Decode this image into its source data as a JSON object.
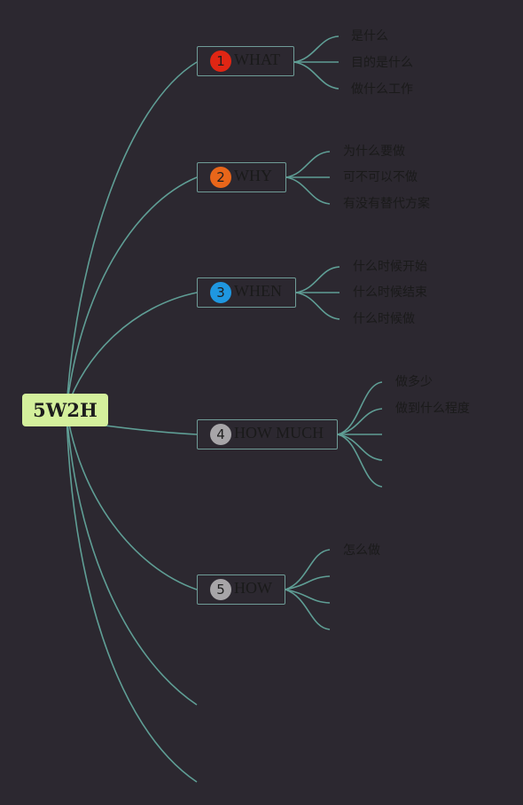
{
  "root": {
    "label": "5W2H"
  },
  "branches": [
    {
      "number": "1",
      "label": "WHAT",
      "badge_color": "#e02614",
      "leaves": [
        "是什么",
        "目的是什么",
        "做什么工作"
      ]
    },
    {
      "number": "2",
      "label": "WHY",
      "badge_color": "#e8661a",
      "leaves": [
        "为什么要做",
        "可不可以不做",
        "有没有替代方案"
      ]
    },
    {
      "number": "3",
      "label": "WHEN",
      "badge_color": "#1f97e0",
      "leaves": [
        "什么时候开始",
        "什么时候结束",
        "什么时候做"
      ]
    },
    {
      "number": "4",
      "label": "HOW MUCH",
      "badge_color": "#a7a5a8",
      "leaves": [
        "做多少",
        "做到什么程度",
        "",
        "",
        ""
      ]
    },
    {
      "number": "5",
      "label": "HOW",
      "badge_color": "#a7a5a8",
      "leaves": [
        "怎么做",
        "",
        "",
        ""
      ]
    }
  ],
  "colors": {
    "background": "#2c2830",
    "connector": "#5f9e95",
    "root_fill": "#d4f09c",
    "node_border": "#6f9c97"
  }
}
